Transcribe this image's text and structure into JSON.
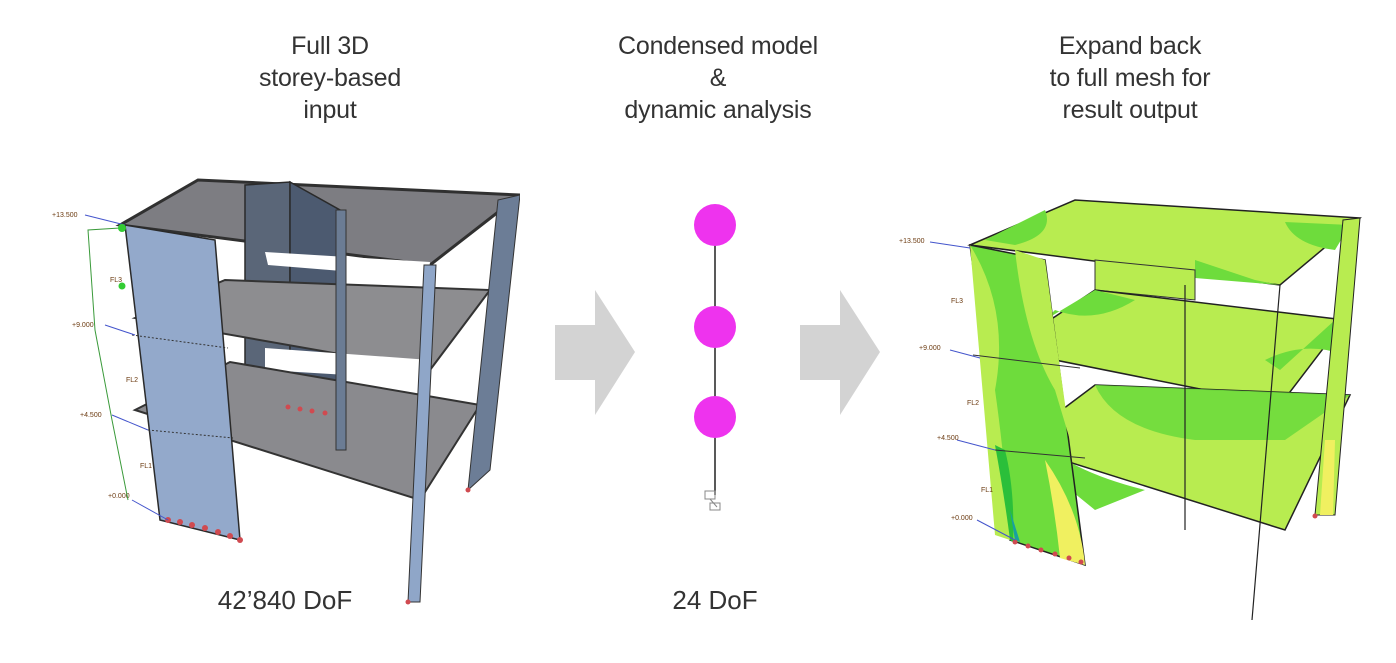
{
  "headings": {
    "left": [
      "Full 3D",
      "storey-based",
      "input"
    ],
    "middle": [
      "Condensed model",
      "&",
      "dynamic analysis"
    ],
    "right": [
      "Expand back",
      "to full mesh for",
      "result output"
    ]
  },
  "dof": {
    "left": "42’840 DoF",
    "middle": "24 DoF"
  },
  "levels": {
    "top": "+13.500",
    "l3": "+9.000",
    "l2": "+4.500",
    "l1": "+0.000"
  },
  "floors": {
    "fl3": "FL3",
    "fl2": "FL2",
    "fl1": "FL1"
  },
  "colors": {
    "arrow": "#d3d3d3",
    "mass": "#ee33ee",
    "wall": "#8fa6c8",
    "slab": "#7c7c80",
    "contour_light": "#b8ec50",
    "contour_mid": "#6edc3c",
    "contour_dark": "#2bbf3a"
  }
}
